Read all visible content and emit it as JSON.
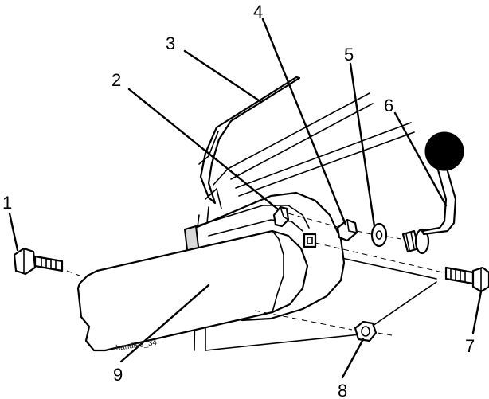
{
  "diagram": {
    "figure_code": "handles_34",
    "callouts": [
      {
        "id": "1"
      },
      {
        "id": "2"
      },
      {
        "id": "3"
      },
      {
        "id": "4"
      },
      {
        "id": "5"
      },
      {
        "id": "6"
      },
      {
        "id": "7"
      },
      {
        "id": "8"
      },
      {
        "id": "9"
      }
    ]
  },
  "colors": {
    "line": "#000000",
    "background": "#ffffff",
    "knob": "#000000",
    "shading": "#d9d9d9"
  }
}
